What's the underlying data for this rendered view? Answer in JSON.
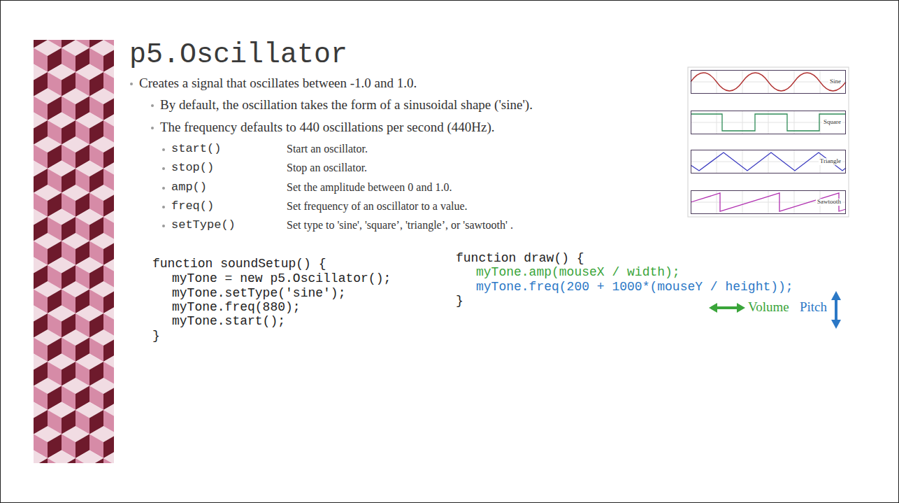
{
  "diagram": {
    "title": "p5.Oscillator",
    "nodes": [
      {
        "text": [
          "Sine"
        ]
      },
      {
        "text": [
          "Square"
        ]
      },
      {
        "text": [
          "Triangle"
        ]
      },
      {
        "text": [
          "Sawtooth"
        ]
      }
    ],
    "labels": [
      "Creates a signal that oscillates between -1.0 and 1.0.",
      "By default, the oscillation takes the form of a sinusoidal shape ('sine').",
      "The frequency defaults to 440 oscillations per second (440Hz).",
      "start()",
      "Start an oscillator.",
      "stop()",
      "Stop an oscillator.",
      "amp()",
      "Set the amplitude between 0 and 1.0.",
      "freq()",
      "Set frequency of an oscillator to a value.",
      "setType()",
      "Set type to 'sine', 'square’, 'triangle’, or 'sawtooth' .",
      "function soundSetup() {",
      "myTone = new p5.Oscillator();",
      "myTone.setType('sine');",
      "myTone.freq(880);",
      "myTone.start();",
      "}",
      "function draw() {",
      "myTone.amp(mouseX / width);",
      "myTone.freq(200 + 1000*(mouseY / height));",
      "}",
      "Volume",
      "Pitch"
    ]
  }
}
